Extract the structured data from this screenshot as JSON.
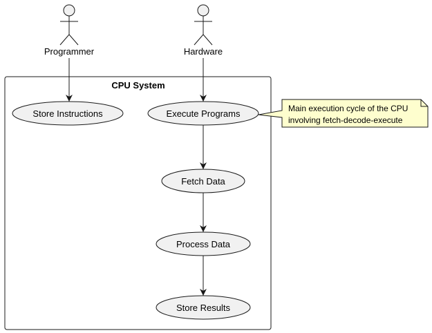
{
  "diagram": {
    "type": "uml-use-case",
    "actors": [
      {
        "id": "programmer",
        "label": "Programmer"
      },
      {
        "id": "hardware",
        "label": "Hardware"
      }
    ],
    "system": {
      "title": "CPU System"
    },
    "use_cases": [
      {
        "id": "store-instructions",
        "label": "Store Instructions"
      },
      {
        "id": "execute-programs",
        "label": "Execute Programs"
      },
      {
        "id": "fetch-data",
        "label": "Fetch Data"
      },
      {
        "id": "process-data",
        "label": "Process Data"
      },
      {
        "id": "store-results",
        "label": "Store Results"
      }
    ],
    "edges": [
      {
        "from": "programmer",
        "to": "store-instructions"
      },
      {
        "from": "hardware",
        "to": "execute-programs"
      },
      {
        "from": "execute-programs",
        "to": "fetch-data"
      },
      {
        "from": "fetch-data",
        "to": "process-data"
      },
      {
        "from": "process-data",
        "to": "store-results"
      }
    ],
    "note": {
      "attached_to": "execute-programs",
      "lines": [
        "Main execution cycle of the CPU",
        "involving fetch-decode-execute"
      ]
    },
    "colors": {
      "ellipse_fill": "#f1f1f1",
      "note_fill": "#fefece",
      "stroke": "#181818"
    }
  }
}
